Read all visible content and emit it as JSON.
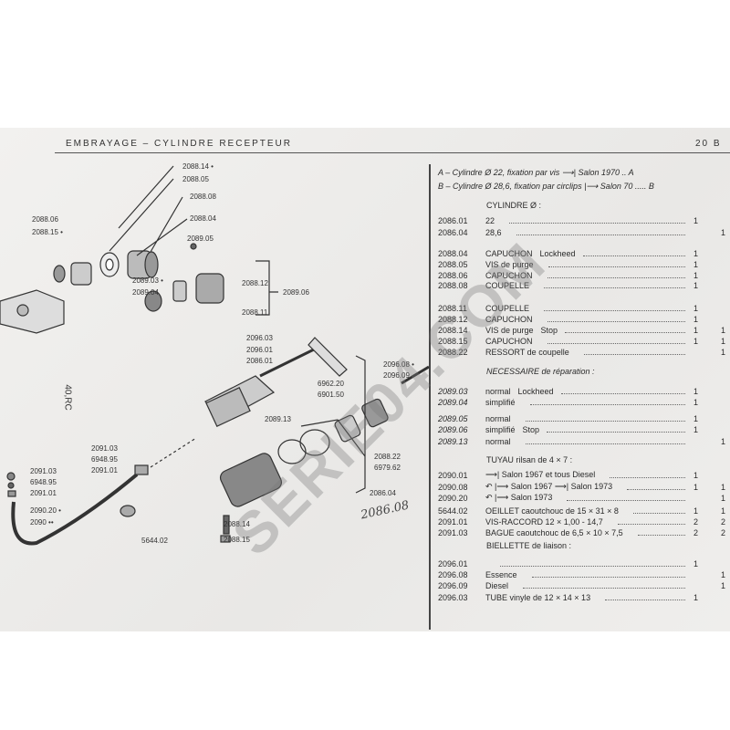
{
  "header": {
    "title": "EMBRAYAGE  –  CYLINDRE RECEPTEUR",
    "page": "20 B"
  },
  "intro": {
    "a": "A – Cylindre  Ø 22, fixation par vis ⟶| Salon 1970   .. A",
    "b": "B –  Cylindre  Ø 28,6, fixation par circlips |⟶ Salon 70   ..... B"
  },
  "headings": {
    "cylindre": "CYLINDRE  Ø :",
    "necessaire": "NECESSAIRE de réparation :",
    "tuyau": "TUYAU rilsan de 4 × 7 :",
    "biellette": "BIELLETTE de liaison :"
  },
  "rows": [
    {
      "code": "2086.01",
      "desc": "22",
      "grp": "",
      "q1": "1",
      "q2": ""
    },
    {
      "code": "2086.04",
      "desc": "28,6",
      "grp": "",
      "q1": "",
      "q2": "1"
    },
    {
      "code": "2088.04",
      "desc": "CAPUCHON",
      "grp": "Lockheed",
      "q1": "1",
      "q2": ""
    },
    {
      "code": "2088.05",
      "desc": "VIS de purge",
      "grp": "",
      "q1": "1",
      "q2": ""
    },
    {
      "code": "2088.06",
      "desc": "CAPUCHON",
      "grp": "",
      "q1": "1",
      "q2": ""
    },
    {
      "code": "2088.08",
      "desc": "COUPELLE",
      "grp": "",
      "q1": "1",
      "q2": ""
    },
    {
      "code": "2088.11",
      "desc": "COUPELLE",
      "grp": "",
      "q1": "1",
      "q2": ""
    },
    {
      "code": "2088.12",
      "desc": "CAPUCHON",
      "grp": "",
      "q1": "1",
      "q2": ""
    },
    {
      "code": "2088.14",
      "desc": "VIS de purge",
      "grp": "Stop",
      "q1": "1",
      "q2": "1"
    },
    {
      "code": "2088.15",
      "desc": "CAPUCHON",
      "grp": "",
      "q1": "1",
      "q2": "1"
    },
    {
      "code": "2088.22",
      "desc": "RESSORT de coupelle",
      "grp": "",
      "q1": "",
      "q2": "1"
    },
    {
      "code": "2089.03",
      "desc": "normal",
      "grp": "Lockheed",
      "q1": "1",
      "q2": ""
    },
    {
      "code": "2089.04",
      "desc": "simplifié",
      "grp": "",
      "q1": "1",
      "q2": ""
    },
    {
      "code": "2089.05",
      "desc": "normal",
      "grp": "",
      "q1": "1",
      "q2": ""
    },
    {
      "code": "2089.06",
      "desc": "simplifié",
      "grp": "Stop",
      "q1": "1",
      "q2": ""
    },
    {
      "code": "2089.13",
      "desc": "normal",
      "grp": "",
      "q1": "",
      "q2": "1"
    },
    {
      "code": "2090.01",
      "desc": "⟶| Salon 1967 et tous Diesel",
      "grp": "",
      "q1": "1",
      "q2": ""
    },
    {
      "code": "2090.08",
      "desc": "↶ |⟶ Salon 1967 ⟶| Salon 1973",
      "grp": "",
      "q1": "1",
      "q2": "1"
    },
    {
      "code": "2090.20",
      "desc": "↶ |⟶ Salon 1973",
      "grp": "",
      "q1": "",
      "q2": "1"
    },
    {
      "code": "5644.02",
      "desc": "OEILLET caoutchouc de 15 × 31 × 8",
      "grp": "",
      "q1": "1",
      "q2": "1"
    },
    {
      "code": "2091.01",
      "desc": "VIS-RACCORD 12 × 1,00 - 14,7",
      "grp": "",
      "q1": "2",
      "q2": "2"
    },
    {
      "code": "2091.03",
      "desc": "BAGUE caoutchouc de 6,5 × 10 × 7,5",
      "grp": "",
      "q1": "2",
      "q2": "2"
    },
    {
      "code": "2096.01",
      "desc": "",
      "grp": "",
      "q1": "1",
      "q2": ""
    },
    {
      "code": "2096.08",
      "desc": "Essence",
      "grp": "",
      "q1": "",
      "q2": "1"
    },
    {
      "code": "2096.09",
      "desc": "Diesel",
      "grp": "",
      "q1": "",
      "q2": "1"
    },
    {
      "code": "2096.03",
      "desc": "TUBE vinyle de 12 × 14 × 13",
      "grp": "",
      "q1": "1",
      "q2": ""
    }
  ],
  "diagram_labels": [
    "2088.14 •",
    "2088.05",
    "2088.08",
    "2088.06",
    "2088.15 •",
    "2088.04",
    "2089.05",
    "2089.03 •",
    "2089.04",
    "2088.12",
    "2089.06",
    "2088.11",
    "2096.03",
    "2096.01",
    "2086.01",
    "2096.08 •",
    "2096.09",
    "6962.20",
    "6901.50",
    "2089.13",
    "2091.03",
    "6948.95",
    "2091.01",
    "2088.22",
    "6979.62",
    "2091.03",
    "6948.95",
    "2091.01",
    "2090.20 •",
    "2090 ••",
    "2086.04",
    "5644.02",
    "2088.14",
    "2088.15"
  ],
  "handwritten": "2086.08",
  "side_note": "40,RC",
  "watermark": "SERIE04.COM"
}
